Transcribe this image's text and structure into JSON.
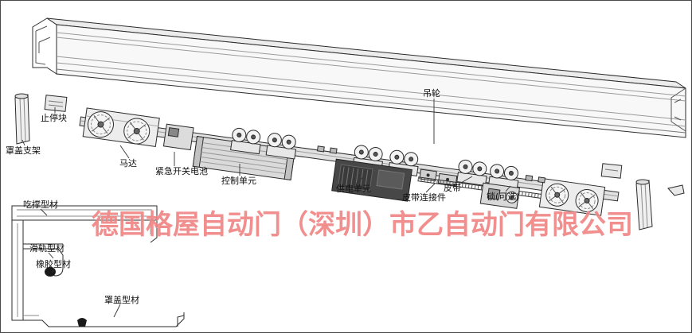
{
  "watermark": {
    "text": "德国格屋自动门（深圳）市乙自动门有限公司",
    "color": "#f08383"
  },
  "labels": {
    "hanging_roller": "吊轮",
    "stop_block": "止停块",
    "cover_bracket": "罩盖支架",
    "motor": "马达",
    "emergency_switch_battery": "紧急开关电池",
    "control_unit": "控制单元",
    "power_supply_unit": "供电单元",
    "belt_connector": "皮带连接件",
    "belt": "皮带",
    "lock_optional": "锁(可选)",
    "support_profile": "吃撑型材",
    "slide_rail_profile": "滑轨型材",
    "rubber_profile": "橡胶型材",
    "cover_profile": "罩盖型材"
  },
  "colors": {
    "line": "#2b2b2b",
    "metal_light": "#f3f3f3",
    "metal_mid": "#dadada",
    "unit_dark": "#474747"
  }
}
